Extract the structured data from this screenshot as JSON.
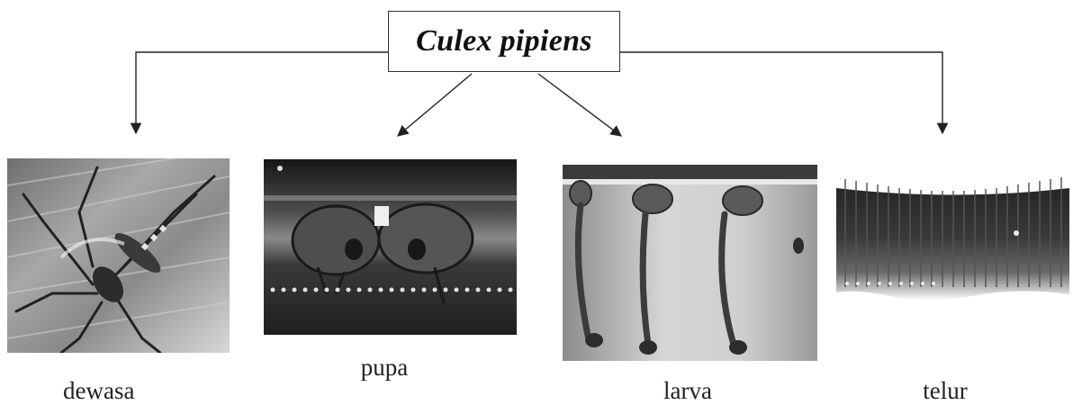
{
  "diagram": {
    "root": {
      "label": "Culex pipiens"
    },
    "stages": [
      {
        "id": "adult",
        "label": "dewasa",
        "picture": "adult-mosquito-photo"
      },
      {
        "id": "pupa",
        "label": "pupa",
        "picture": "pupa-photo"
      },
      {
        "id": "larva",
        "label": "larva",
        "picture": "larva-photo"
      },
      {
        "id": "egg",
        "label": "telur",
        "picture": "egg-raft-photo"
      }
    ]
  }
}
